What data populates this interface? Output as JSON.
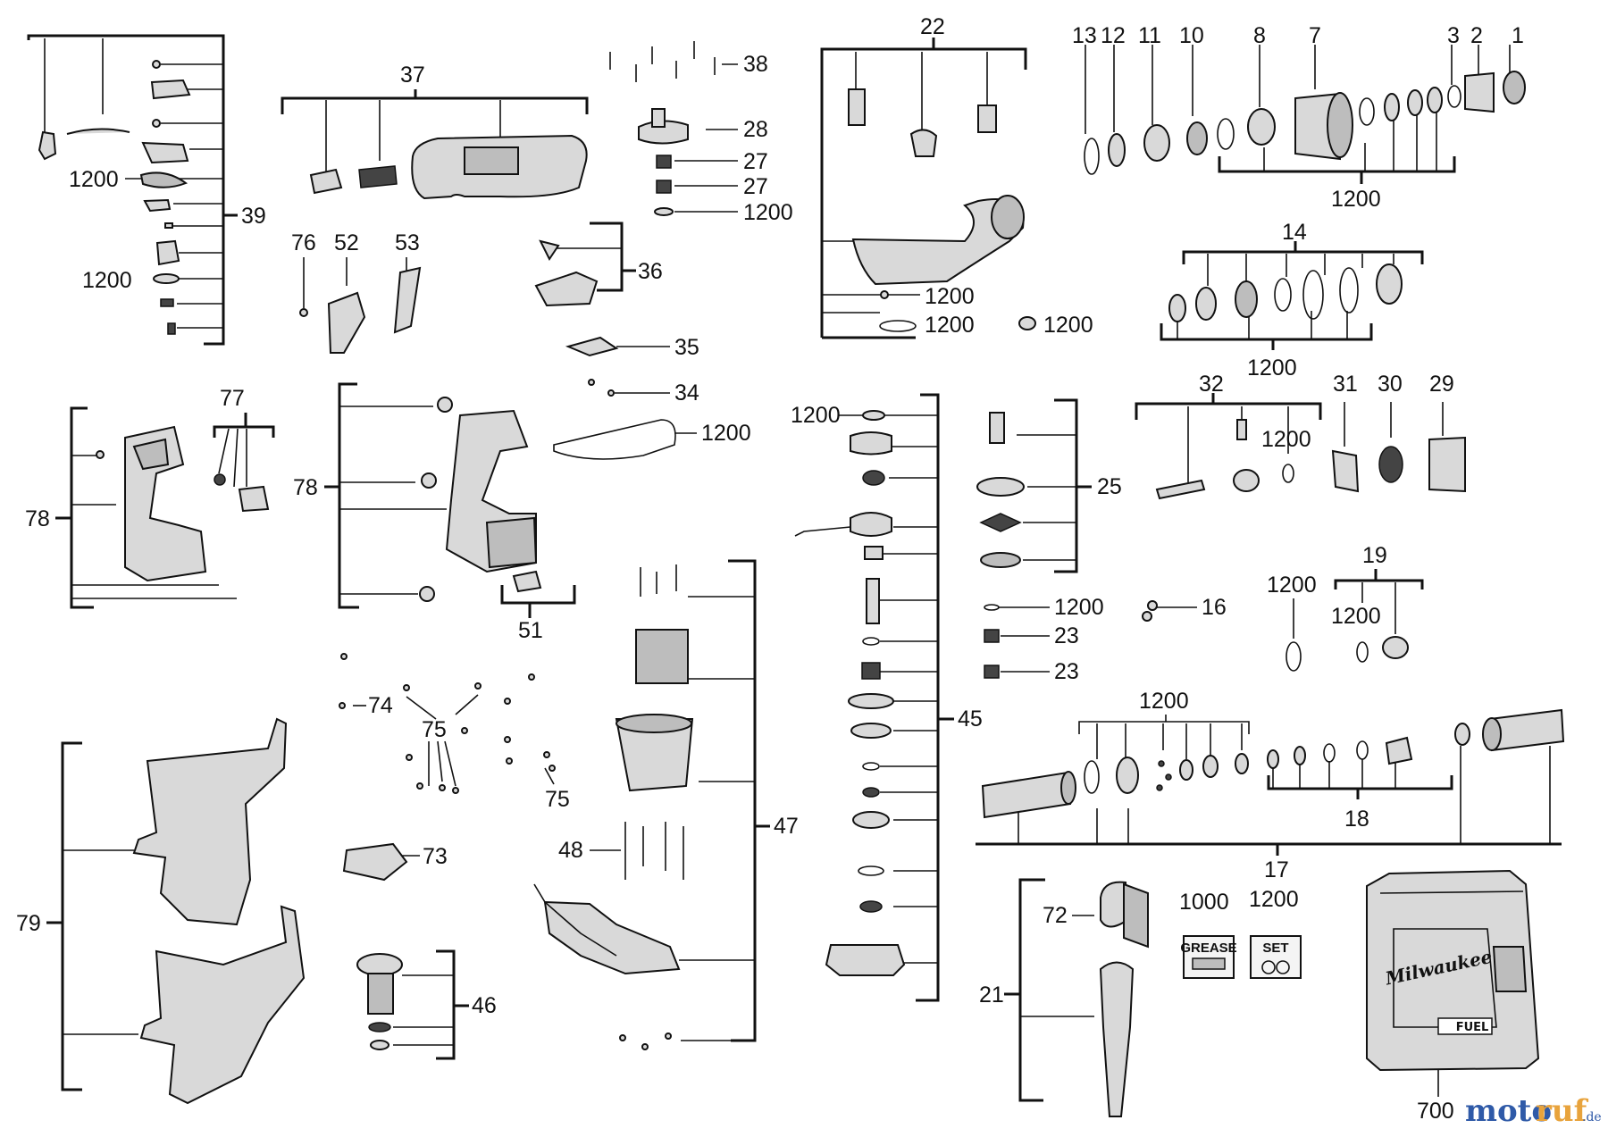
{
  "labels": {
    "n1": "1",
    "n2": "2",
    "n3": "3",
    "n7": "7",
    "n8": "8",
    "n10": "10",
    "n11": "11",
    "n12": "12",
    "n13": "13",
    "n14": "14",
    "n16": "16",
    "n17": "17",
    "n18": "18",
    "n19": "19",
    "n21": "21",
    "n22": "22",
    "n23": "23",
    "n25": "25",
    "n27": "27",
    "n28": "28",
    "n29": "29",
    "n30": "30",
    "n31": "31",
    "n32": "32",
    "n34": "34",
    "n35": "35",
    "n36": "36",
    "n37": "37",
    "n38": "38",
    "n39": "39",
    "n45": "45",
    "n46": "46",
    "n47": "47",
    "n48": "48",
    "n51": "51",
    "n52": "52",
    "n53": "53",
    "n72": "72",
    "n73": "73",
    "n74": "74",
    "n75": "75",
    "n76": "76",
    "n77": "77",
    "n78": "78",
    "n79": "79",
    "n700": "700",
    "n1000": "1000",
    "n1200": "1200"
  },
  "boxes": {
    "grease": "GREASE",
    "set": "SET",
    "case_brand": "Milwaukee",
    "case_fuel": "FUEL"
  },
  "watermark": {
    "part1": "moto",
    "part2": "ruf",
    "suffix": ".de"
  }
}
